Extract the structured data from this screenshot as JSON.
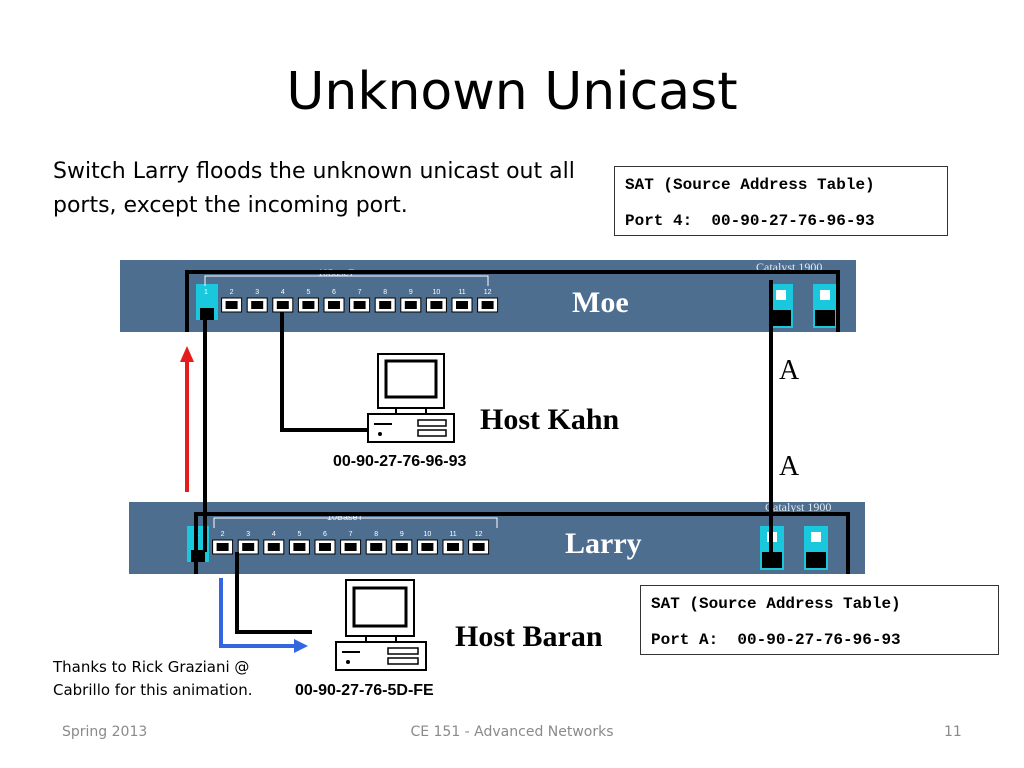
{
  "slide": {
    "title": "Unknown Unicast",
    "intro": "Switch Larry floods the unknown unicast out all ports, except the incoming port."
  },
  "sat_top": {
    "header": "SAT (Source Address Table)",
    "entry": "Port 4:  00-90-27-76-96-93"
  },
  "sat_bottom": {
    "header": "SAT (Source Address Table)",
    "entry": "Port A:  00-90-27-76-96-93"
  },
  "switches": {
    "moe": {
      "name": "Moe",
      "brand": "Catalyst 1900",
      "label_10baset": "10BaseT"
    },
    "larry": {
      "name": "Larry",
      "brand": "Catalyst 1900",
      "label_10baset": "10BaseT"
    }
  },
  "port_numbers": [
    "1",
    "2",
    "3",
    "4",
    "5",
    "6",
    "7",
    "8",
    "9",
    "10",
    "11",
    "12"
  ],
  "hosts": {
    "kahn": {
      "name": "Host Kahn",
      "mac": "00-90-27-76-96-93"
    },
    "baran": {
      "name": "Host Baran",
      "mac": "00-90-27-76-5D-FE"
    }
  },
  "uplink": {
    "label_top": "A",
    "label_bottom": "A"
  },
  "credits": {
    "line1": "Thanks to Rick Graziani @",
    "line2": "Cabrillo for this animation."
  },
  "footer": {
    "left": "Spring 2013",
    "center": "CE 151 - Advanced Networks",
    "right": "11"
  },
  "colors": {
    "switch_body": "#4e6e90",
    "flood_arrow": "#e61c1c",
    "frame_arrow": "#3366e0",
    "port_cyan": "#19c8dc"
  }
}
